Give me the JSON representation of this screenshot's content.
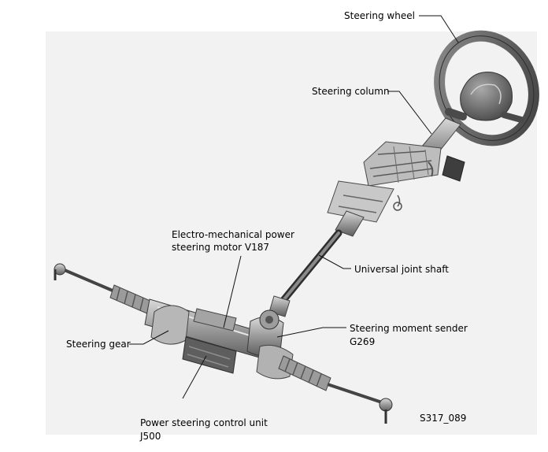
{
  "labels": {
    "steering_wheel": "Steering wheel",
    "steering_column": "Steering column",
    "motor_line1": "Electro-mechanical power",
    "motor_line2": "steering motor V187",
    "universal_joint_shaft": "Universal joint shaft",
    "steering_gear": "Steering gear",
    "moment_sender_line1": "Steering moment sender",
    "moment_sender_line2": "G269",
    "control_unit_line1": "Power steering control unit",
    "control_unit_line2": "J500",
    "figure_code": "S317_089"
  }
}
